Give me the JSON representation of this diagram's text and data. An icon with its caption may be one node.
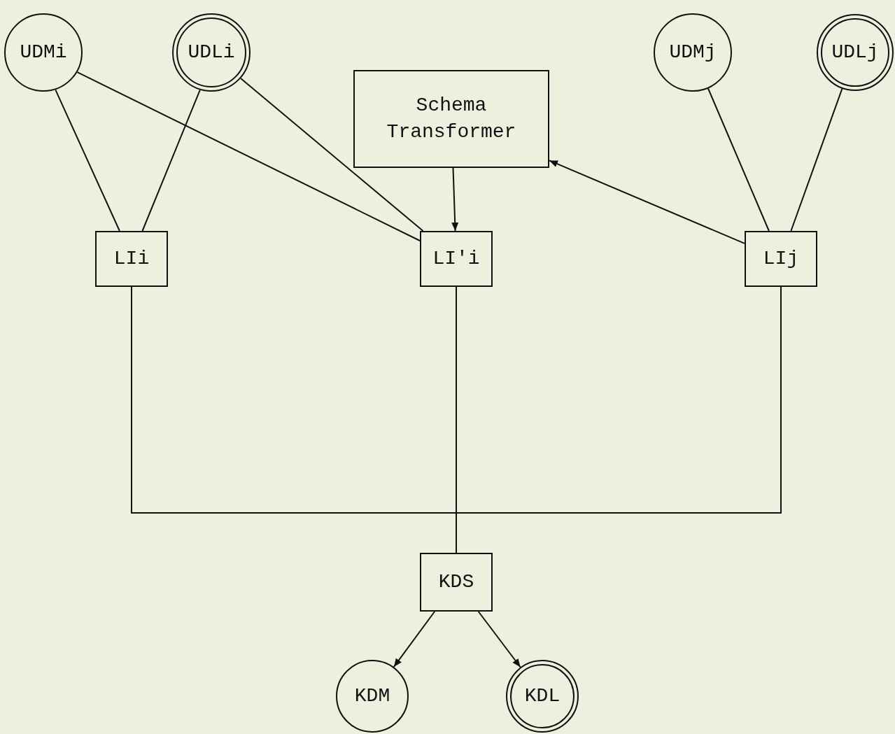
{
  "diagram": {
    "nodes": [
      {
        "text": [
          "UDMi"
        ]
      },
      {
        "text": [
          "UDLi"
        ]
      },
      {
        "text": [
          "UDMj"
        ]
      },
      {
        "text": [
          "UDLj"
        ]
      },
      {
        "text": [
          "Schema Transformer"
        ]
      },
      {
        "text": [
          "LIi"
        ]
      },
      {
        "text": [
          "LI'i"
        ]
      },
      {
        "text": [
          "LIj"
        ]
      },
      {
        "text": [
          "KDS"
        ]
      },
      {
        "text": [
          "KDM"
        ]
      },
      {
        "text": [
          "KDL"
        ]
      }
    ],
    "edges": [
      {
        "from": 0,
        "to": 5,
        "arrow": "none"
      },
      {
        "from": 1,
        "to": 5,
        "arrow": "none"
      },
      {
        "from": 0,
        "to": 6,
        "arrow": "none"
      },
      {
        "from": 1,
        "to": 6,
        "arrow": "none"
      },
      {
        "from": 2,
        "to": 7,
        "arrow": "none"
      },
      {
        "from": 3,
        "to": 7,
        "arrow": "none"
      },
      {
        "from": 4,
        "to": 6,
        "arrow": "to"
      },
      {
        "from": 7,
        "to": 4,
        "arrow": "to"
      },
      {
        "from": 5,
        "to": 8,
        "arrow": "none"
      },
      {
        "from": 6,
        "to": 8,
        "arrow": "none"
      },
      {
        "from": 7,
        "to": 8,
        "arrow": "none"
      },
      {
        "from": 8,
        "to": 9,
        "arrow": "to"
      },
      {
        "from": 8,
        "to": 10,
        "arrow": "to"
      }
    ]
  }
}
